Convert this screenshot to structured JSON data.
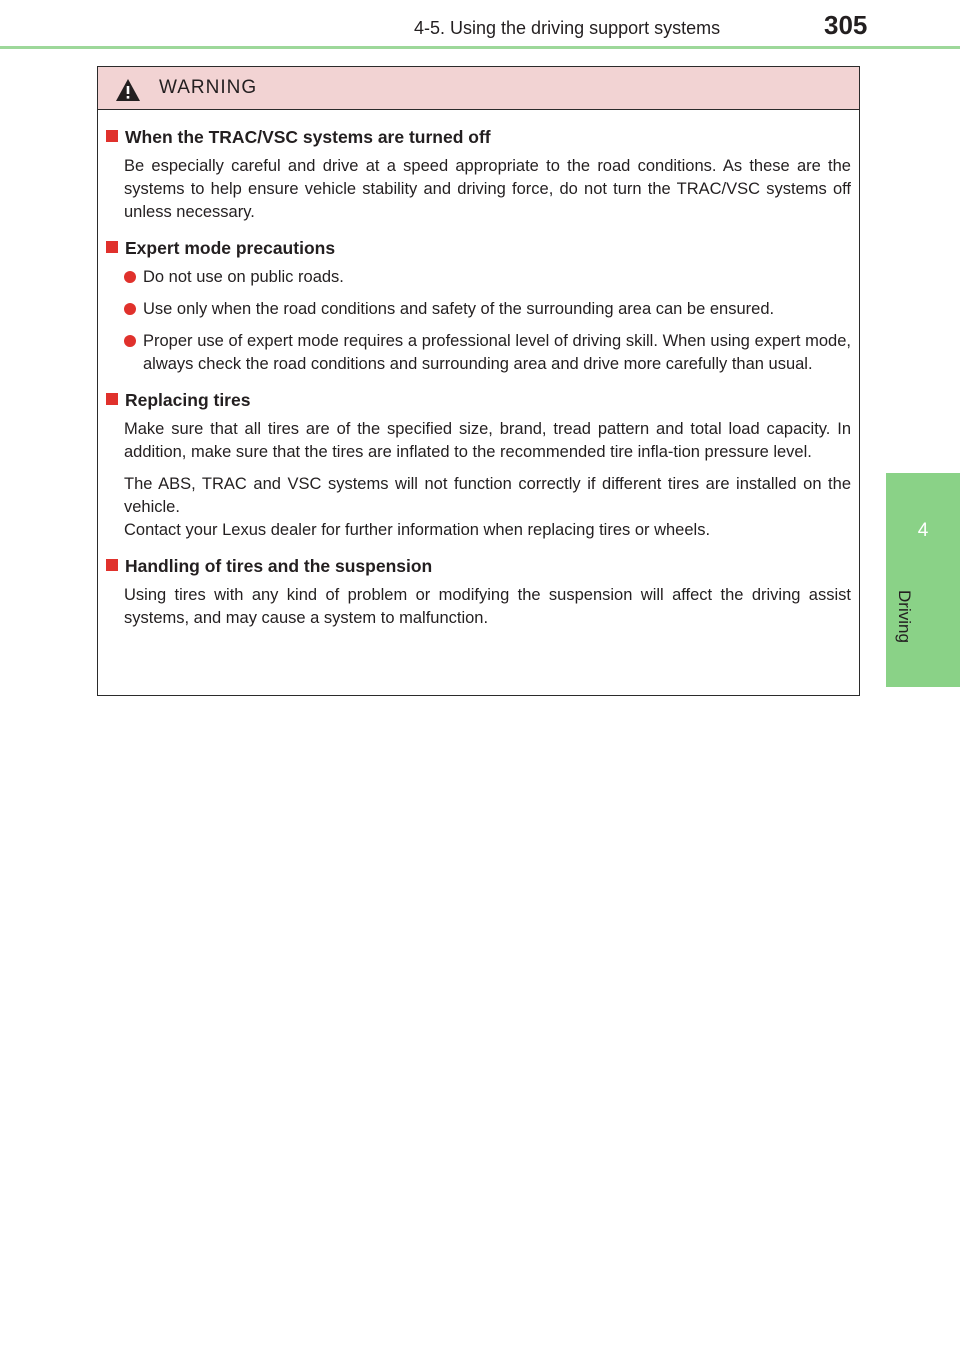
{
  "header": {
    "section_title": "4-5. Using the driving support systems",
    "page_number": "305"
  },
  "side_tab": {
    "chapter_number": "4",
    "chapter_label": "Driving"
  },
  "colors": {
    "header_rule": "#9dd89a",
    "side_tab": "#8ad287",
    "warning_header_bg": "#f2d3d3",
    "bullet_red": "#e0312c"
  },
  "warning": {
    "title": "WARNING",
    "icon": "warning-triangle-icon",
    "sections": [
      {
        "heading": "When the TRAC/VSC systems are turned off",
        "paragraphs": [
          "Be especially careful and drive at a speed appropriate to the road conditions. As these are the systems to help ensure vehicle stability and driving force, do not turn the TRAC/VSC systems off unless necessary."
        ]
      },
      {
        "heading": "Expert mode precautions",
        "bullets": [
          "Do not use on public roads.",
          "Use only when the road conditions and safety of the surrounding area can be ensured.",
          "Proper use of expert mode requires a professional level of driving skill. When using expert mode, always check the road conditions and surrounding area and drive more carefully than usual."
        ]
      },
      {
        "heading": "Replacing tires",
        "paragraphs": [
          "Make sure that all tires are of the specified size, brand, tread pattern and total load capacity. In addition, make sure that the tires are inflated to the recommended tire infla-tion pressure level.",
          "The ABS, TRAC and VSC systems will not function correctly if different tires are installed on the vehicle.",
          "Contact your Lexus dealer for further information when replacing tires or wheels."
        ]
      },
      {
        "heading": "Handling of tires and the suspension",
        "paragraphs": [
          "Using tires with any kind of problem or modifying the suspension will affect the driving assist systems, and may cause a system to malfunction."
        ]
      }
    ]
  }
}
